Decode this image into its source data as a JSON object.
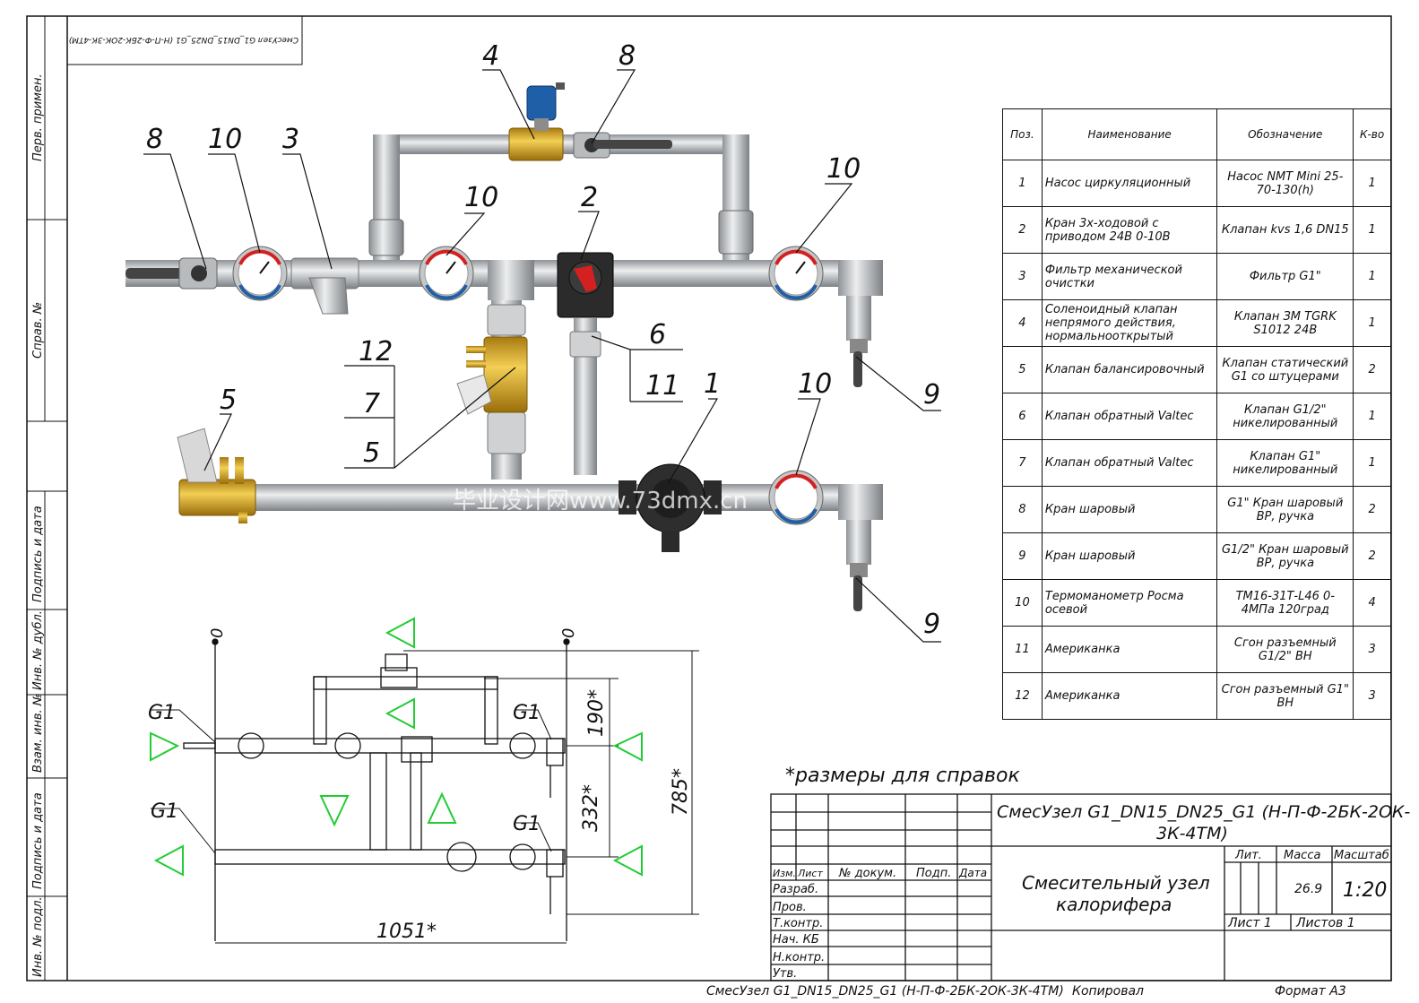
{
  "stamp_rotated": "СмесУзел G1_DN15_DN25_G1 (Н-П-Ф-2БК-2ОК-3К-4ТМ)",
  "margin_labels": [
    "Перв. примен.",
    "Справ. №",
    "Подпись и дата",
    "Инв. № дубл.",
    "Взам. инв. №",
    "Подпись и дата",
    "Инв. № подл."
  ],
  "callouts": {
    "top_8a": "8",
    "top_10a": "10",
    "top_3": "3",
    "top_4": "4",
    "top_8b": "8",
    "mid_10": "10",
    "mid_2": "2",
    "right_10": "10",
    "c12": "12",
    "c7": "7",
    "c5a": "5",
    "c5b": "5",
    "c6": "6",
    "c11": "11",
    "c1": "1",
    "low_10": "10",
    "c9a": "9",
    "c9b": "9"
  },
  "watermark": "毕业设计网www.73dmx.cn",
  "scheme": {
    "zero_left": "0",
    "zero_right": "0",
    "g1_tl": "G1",
    "g1_tr": "G1",
    "g1_bl": "G1",
    "g1_br": "G1",
    "dim_190": "190*",
    "dim_332": "332*",
    "dim_785": "785*",
    "dim_1051": "1051*"
  },
  "note": "*размеры для справок",
  "bom": {
    "headers": [
      "Поз.",
      "Наименование",
      "Обозначение",
      "К-во"
    ],
    "rows": [
      {
        "pos": "1",
        "name": "Насос циркуляционный",
        "code": "Насос NMT Mini 25-70-130(h)",
        "qty": "1"
      },
      {
        "pos": "2",
        "name": "Кран 3х-ходовой с приводом 24В 0-10В",
        "code": "Клапан kvs 1,6 DN15",
        "qty": "1"
      },
      {
        "pos": "3",
        "name": "Фильтр механической очистки",
        "code": "Фильтр G1\"",
        "qty": "1"
      },
      {
        "pos": "4",
        "name": "Соленоидный клапан непрямого действия, нормальнооткрытый",
        "code": "Клапан ЗМ TGRK S1012 24В",
        "qty": "1"
      },
      {
        "pos": "5",
        "name": "Клапан балансировочный",
        "code": "Клапан статический G1 со штуцерами",
        "qty": "2"
      },
      {
        "pos": "6",
        "name": "Клапан обратный Valtec",
        "code": "Клапан G1/2\" никелированный",
        "qty": "1"
      },
      {
        "pos": "7",
        "name": "Клапан обратный Valtec",
        "code": "Клапан G1\" никелированный",
        "qty": "1"
      },
      {
        "pos": "8",
        "name": "Кран шаровый",
        "code": "G1\" Кран шаровый ВР, ручка",
        "qty": "2"
      },
      {
        "pos": "9",
        "name": "Кран шаровый",
        "code": "G1/2\" Кран шаровый ВР, ручка",
        "qty": "2"
      },
      {
        "pos": "10",
        "name": "Термоманометр Росма осевой",
        "code": "ТМ16-31Т-L46 0-4МПа 120град",
        "qty": "4"
      },
      {
        "pos": "11",
        "name": "Американка",
        "code": "Сгон разъемный G1/2\" ВН",
        "qty": "3"
      },
      {
        "pos": "12",
        "name": "Американка",
        "code": "Сгон разъемный G1\" ВН",
        "qty": "3"
      }
    ]
  },
  "title_block": {
    "designation_line1": "СмесУзел G1_DN15_DN25_G1 (Н-П-Ф-2БК-2ОК-",
    "designation_line2": "3К-4ТМ)",
    "name_line1": "Смесительный узел",
    "name_line2": "калорифера",
    "lit": "Лит.",
    "mass_label": "Масса",
    "scale_label": "Масштаб",
    "mass": "26.9",
    "scale": "1:20",
    "sheet": "Лист 1",
    "sheets": "Листов 1",
    "col_izm": "Изм.",
    "col_list": "Лист",
    "col_doc": "№ докум.",
    "col_sign": "Подп.",
    "col_date": "Дата",
    "razrab": "Разраб.",
    "prov": "Пров.",
    "tkontr": "Т.контр.",
    "nach": "Нач. КБ",
    "nkontr": "Н.контр.",
    "utv": "Утв."
  },
  "footer": {
    "designation": "СмесУзел G1_DN15_DN25_G1 (Н-П-Ф-2БК-2ОК-3К-4ТМ)",
    "copied": "Копировал",
    "format": "Формат А3"
  },
  "colors": {
    "pipe": "#c9cbcd",
    "brass": "#d8a92a",
    "valve_blue": "#1f5fa8",
    "green": "#22cc33",
    "red": "#d42020"
  }
}
